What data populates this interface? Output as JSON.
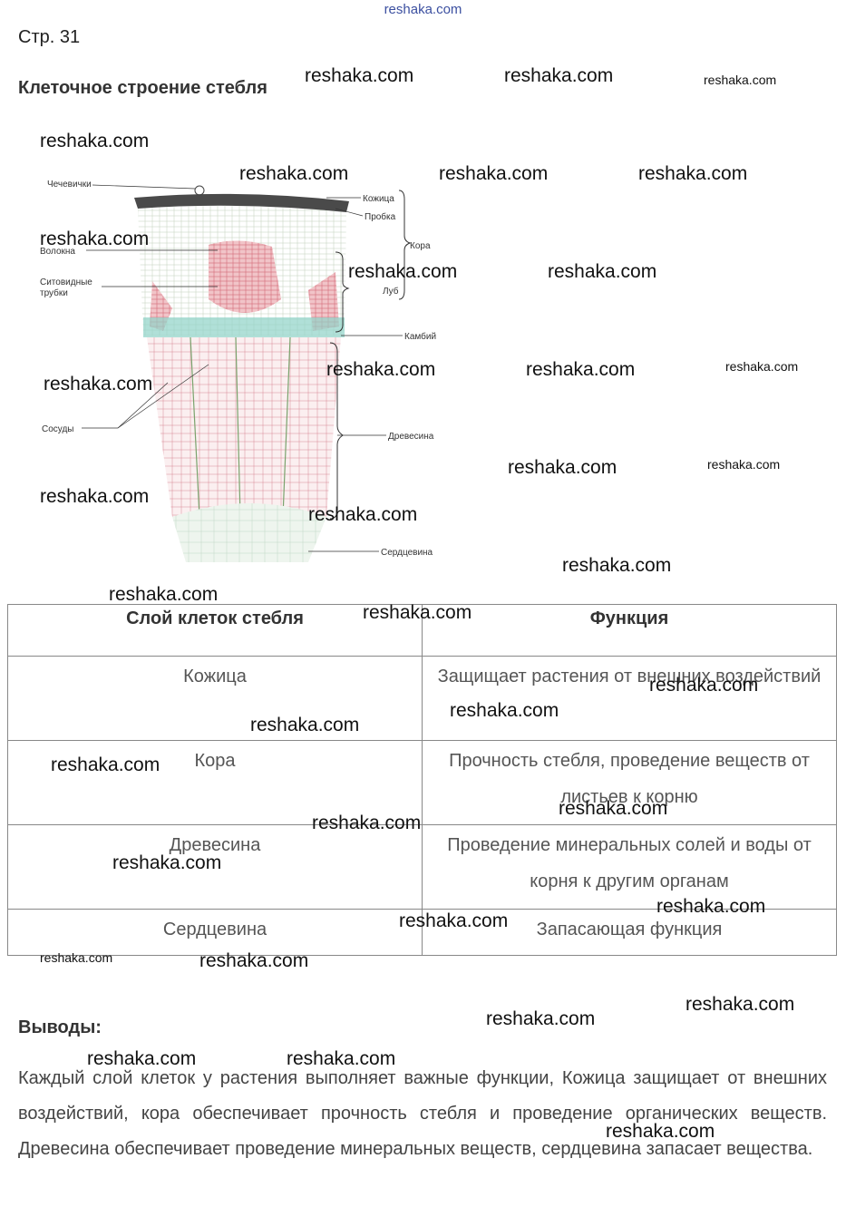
{
  "header": {
    "site": "reshaka.com",
    "page_ref": "Стр. 31",
    "title": "Клеточное строение стебля"
  },
  "figure": {
    "labels": {
      "chechevichki": "Чечевички",
      "kozhitsa": "Кожица",
      "probka": "Пробка",
      "kora": "Кора",
      "volokna": "Волокна",
      "sitovidnye": "Ситовидные",
      "trubki": "трубки",
      "lub": "Луб",
      "kambiy": "Камбий",
      "sosudy": "Сосуды",
      "drevesina": "Древесина",
      "serdtsevina": "Сердцевина"
    }
  },
  "table": {
    "headers": [
      "Слой клеток стебля",
      "Функция"
    ],
    "rows": [
      {
        "layer": "Кожица",
        "function": "Защищает растения от внешних воздействий"
      },
      {
        "layer": "Кора",
        "function": "Прочность стебля, проведение веществ от листьев к корню"
      },
      {
        "layer": "Древесина",
        "function": "Проведение минеральных солей и воды от корня к другим органам"
      },
      {
        "layer": "Сердцевина",
        "function": "Запасающая функция"
      }
    ]
  },
  "conclusions": {
    "heading": "Выводы:",
    "text": "Каждый слой клеток у растения выполняет важные функции, Кожица защищает от внешних воздействий, кора обеспечивает прочность стебля и проведение органических веществ. Древесина обеспечивает проведение минеральных веществ, сердцевина запасает вещества."
  },
  "watermark": "reshaka.com"
}
